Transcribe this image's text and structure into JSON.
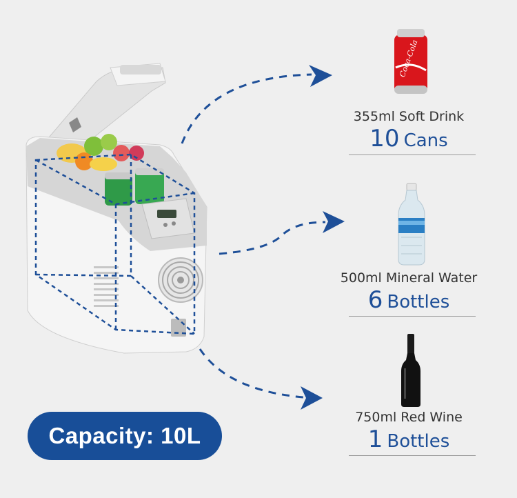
{
  "items": [
    {
      "caption": "355ml Soft Drink",
      "qty": "10",
      "unit": "Cans",
      "icon": "soda-can-icon"
    },
    {
      "caption": "500ml Mineral Water",
      "qty": "6",
      "unit": "Bottles",
      "icon": "water-bottle-icon"
    },
    {
      "caption": "750ml Red Wine",
      "qty": "1",
      "unit": "Bottles",
      "icon": "wine-bottle-icon"
    }
  ],
  "can_logo": "Coca-Cola",
  "capacity_label": "Capacity: 10L",
  "colors": {
    "accent": "#184e98",
    "arrow": "#1e4f98",
    "background": "#efefef"
  }
}
